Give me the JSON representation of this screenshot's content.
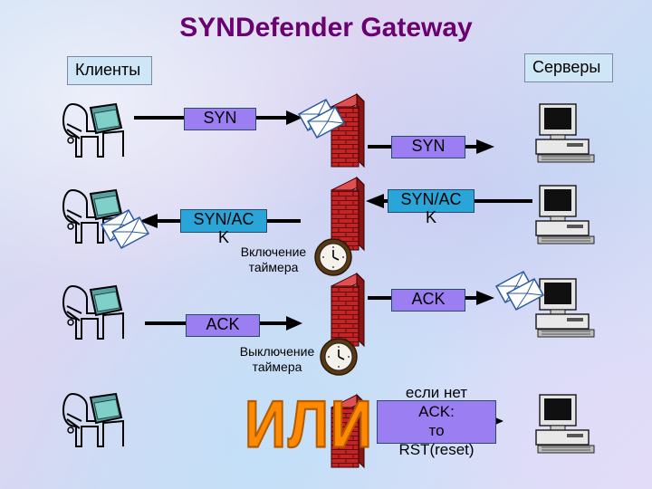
{
  "title": "SYNDefender Gateway",
  "labels": {
    "clients": "Клиенты",
    "servers": "Серверы",
    "timer_on_line1": "Включение",
    "timer_on_line2": "таймера",
    "timer_off_line1": "Выключение",
    "timer_off_line2": "таймера",
    "or_word": "или"
  },
  "messages": {
    "syn_client": "SYN",
    "syn_server": "SYN",
    "synack_server_line1": "SYN/AC",
    "synack_server_line2": "K",
    "synack_client_line1": "SYN/AC",
    "synack_client_line2": "K",
    "ack_server": "ACK",
    "ack_client": "ACK",
    "rst_line1": "если нет",
    "rst_line2": "ACK:",
    "rst_line3": "то",
    "rst_line4": "RST(reset)"
  },
  "colors": {
    "title": "#6b0070",
    "msg_purple": "#9b7ff2",
    "msg_cyan": "#2aa5d8",
    "arrow": "#000000",
    "brick": "#b72020",
    "or_word": "#ff8a00"
  },
  "icons": [
    "client-pc-icon",
    "firewall-icon",
    "server-pc-icon",
    "envelope-icon",
    "clock-icon"
  ]
}
